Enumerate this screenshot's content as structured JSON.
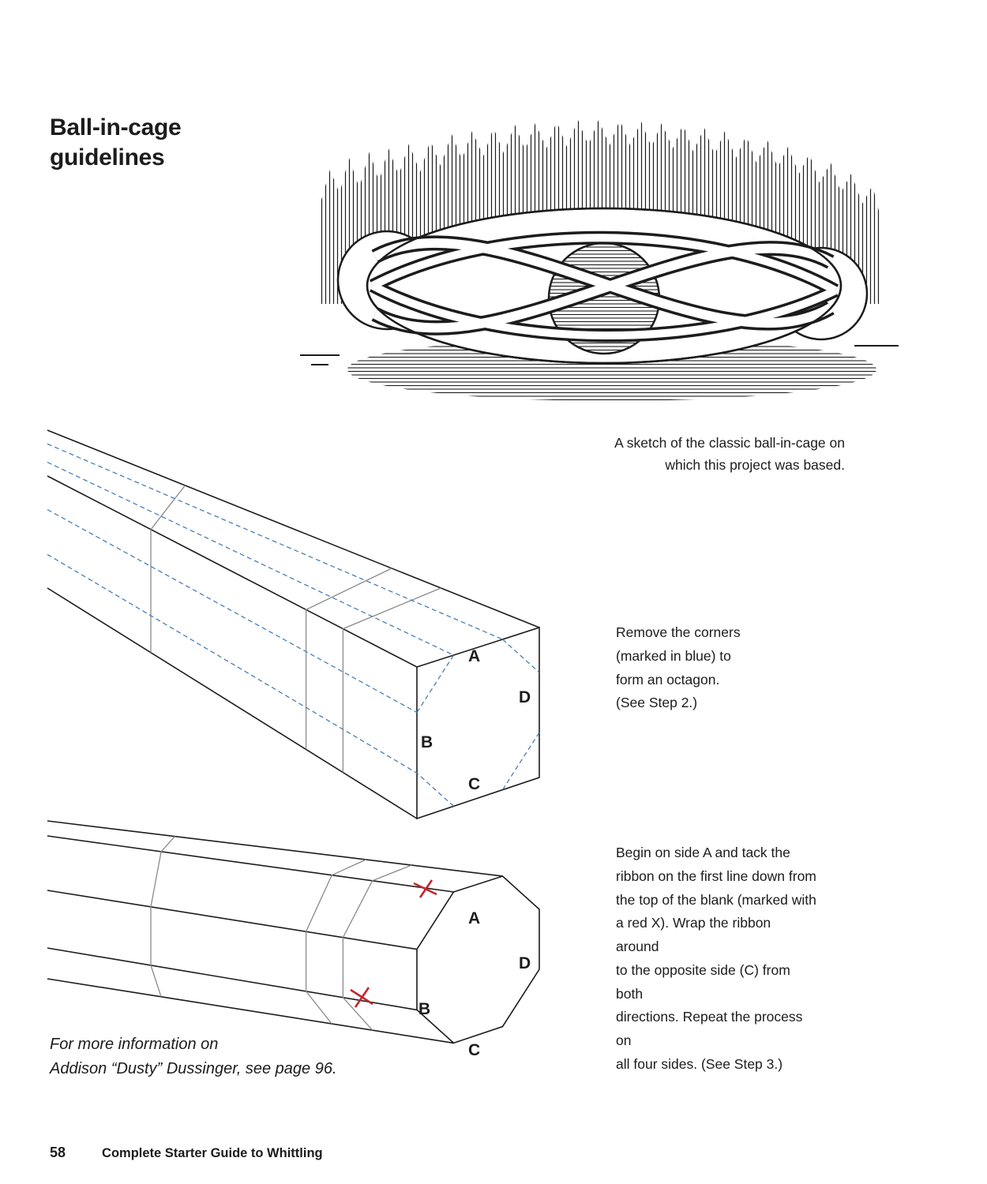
{
  "colors": {
    "ink": "#1c1c1c",
    "guide_blue": "#4a7fb5",
    "mark_red": "#c1272d",
    "construction_gray": "#8a8a8a"
  },
  "header": {
    "title_line1": "Ball-in-cage",
    "title_line2": "guidelines"
  },
  "sketch": {
    "caption_lines": [
      "A sketch of the classic ball-in-cage on",
      "which this project was based."
    ]
  },
  "diagram_square": {
    "labels": {
      "a": "A",
      "b": "B",
      "c": "C",
      "d": "D"
    },
    "caption_lines": [
      "Remove the corners",
      "(marked in blue) to",
      "form an octagon.",
      "(See Step 2.)"
    ]
  },
  "diagram_octagon": {
    "labels": {
      "a": "A",
      "b": "B",
      "c": "C",
      "d": "D"
    },
    "caption_lines": [
      "Begin on side A and  tack the",
      "ribbon on the first line down from",
      "the top of the blank (marked with",
      "a red X). Wrap the ribbon around",
      "to the opposite side (C) from both",
      "directions. Repeat the process on",
      "all four sides. (See Step 3.)"
    ]
  },
  "note_lines": [
    "For more information on",
    "Addison “Dusty” Dussinger, see page 96."
  ],
  "footer": {
    "page_number": "58",
    "book_title": "Complete Starter Guide to Whittling"
  }
}
